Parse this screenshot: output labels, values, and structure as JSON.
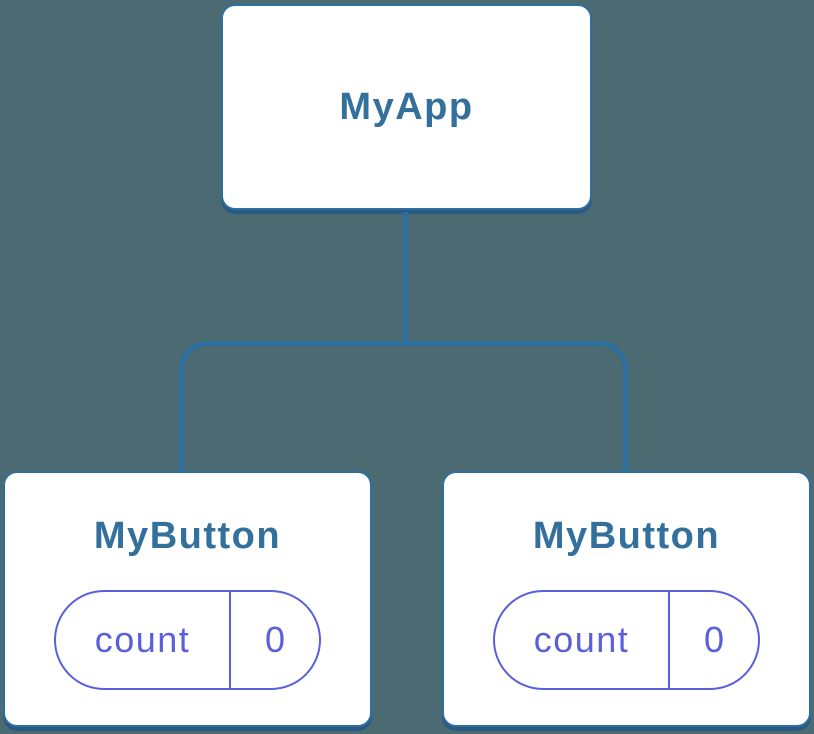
{
  "palette": {
    "background": "#4c6a72",
    "node_border": "#2d6f9f",
    "node_shadow": "#2a5a84",
    "title_text": "#33709c",
    "state_accent": "#5a5fdb",
    "node_background": "#ffffff"
  },
  "tree": {
    "root": {
      "label": "MyApp"
    },
    "children": [
      {
        "label": "MyButton",
        "state": {
          "name": "count",
          "value": "0"
        }
      },
      {
        "label": "MyButton",
        "state": {
          "name": "count",
          "value": "0"
        }
      }
    ]
  }
}
